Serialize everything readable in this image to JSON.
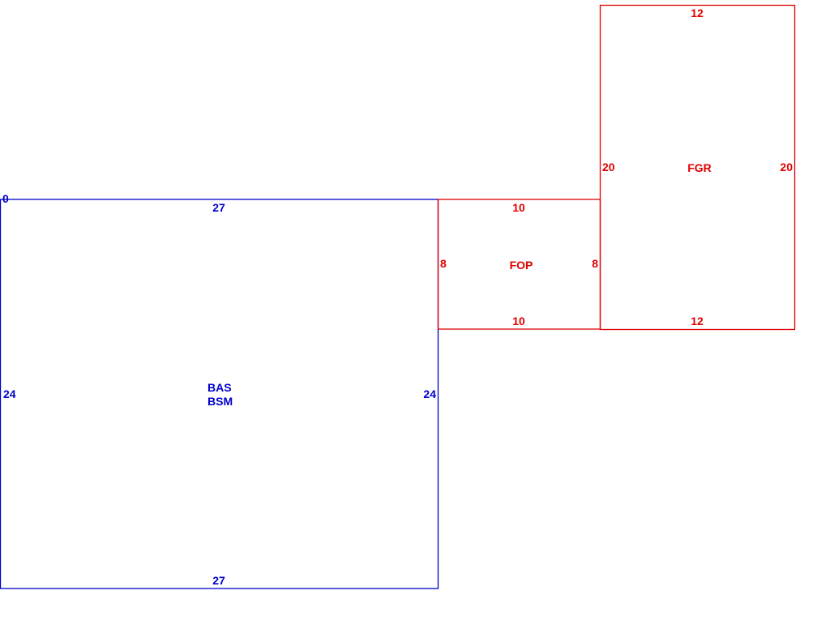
{
  "colors": {
    "main_area": "#0000c8",
    "addition_area": "#e00000"
  },
  "origin_label": "0",
  "areas": [
    {
      "id": "bas",
      "codes": [
        "BAS",
        "BSM"
      ],
      "top": "27",
      "bottom": "27",
      "left": "24",
      "right": "24"
    },
    {
      "id": "fop",
      "codes": [
        "FOP"
      ],
      "top": "10",
      "bottom": "10",
      "left": "8",
      "right": "8"
    },
    {
      "id": "fgr",
      "codes": [
        "FGR"
      ],
      "top": "12",
      "bottom": "12",
      "left": "20",
      "right": "20"
    }
  ]
}
